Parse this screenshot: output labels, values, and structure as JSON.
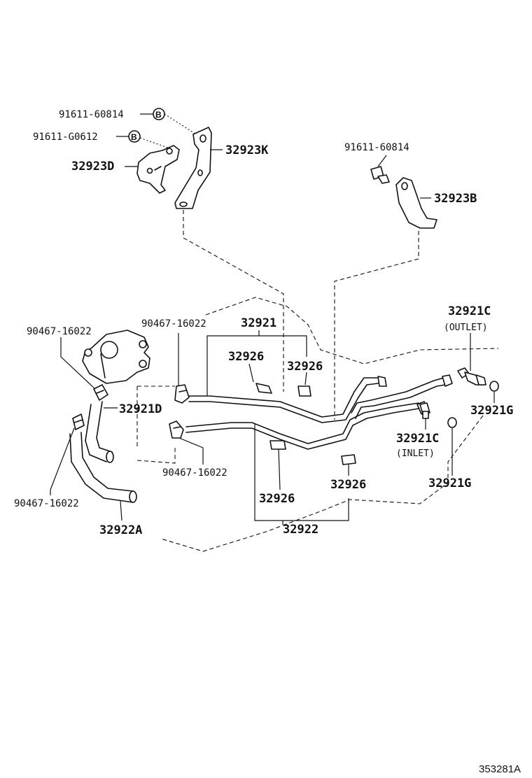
{
  "diagram": {
    "drawing_id": "353281A",
    "parts": {
      "bolt_top_left_1": "91611-60814",
      "bolt_top_left_2": "91611-G0612",
      "bolt_marker": "B",
      "bracket_left": "32923D",
      "bracket_stay": "32923K",
      "bolt_right": "91611-60814",
      "bracket_right": "32923B",
      "tube_upper": "32921",
      "tube_lower": "32922",
      "clamp_upper_1": "32926",
      "clamp_upper_2": "32926",
      "clamp_lower_1": "32926",
      "clamp_lower_2": "32926",
      "union_outlet": "32921C",
      "union_outlet_note": "(OUTLET)",
      "union_inlet": "32921C",
      "union_inlet_note": "(INLET)",
      "gasket_outlet": "32921G",
      "gasket_inlet": "32921G",
      "hose_upper": "32921D",
      "hose_lower": "32922A",
      "clip_left_top": "90467-16022",
      "clip_middle_top": "90467-16022",
      "clip_middle_bottom": "90467-16022",
      "clip_left_bottom": "90467-16022"
    }
  }
}
